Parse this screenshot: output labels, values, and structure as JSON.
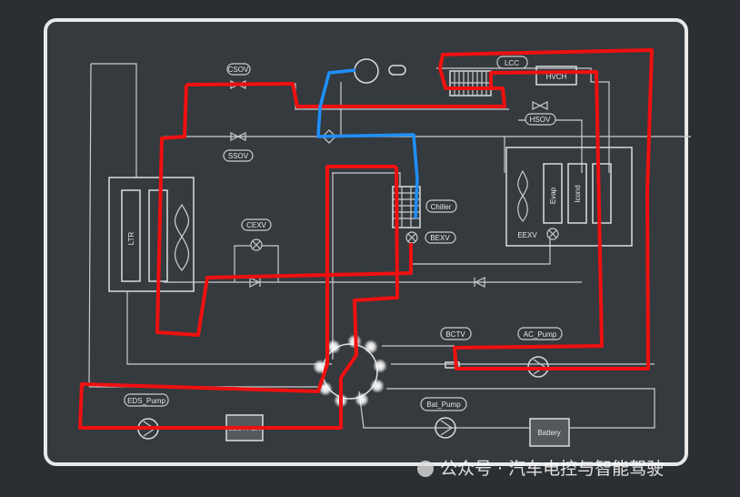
{
  "diagram": {
    "labels": {
      "csov": "CSOV",
      "ssov": "SSOV",
      "cexv": "CEXV",
      "ltr": "LTR",
      "lcc": "LCC",
      "hvch": "HVCH",
      "hsov": "HSOV",
      "chiller": "Chiller",
      "bexv": "BEXV",
      "evap": "Evap",
      "icond": "Icond",
      "eexv": "EEXV",
      "bctv": "BCTV",
      "ac_pump": "AC_Pump",
      "eds_pump": "EDS_Pump",
      "eds_pack": "EDS PACK",
      "bat_pump": "Bat_Pump",
      "battery": "Battery"
    },
    "annotation_colors": {
      "red_loop": "#f01010",
      "blue_loop": "#1e90ff"
    }
  },
  "watermark": "公众号 · 汽车电控与智能驾驶"
}
